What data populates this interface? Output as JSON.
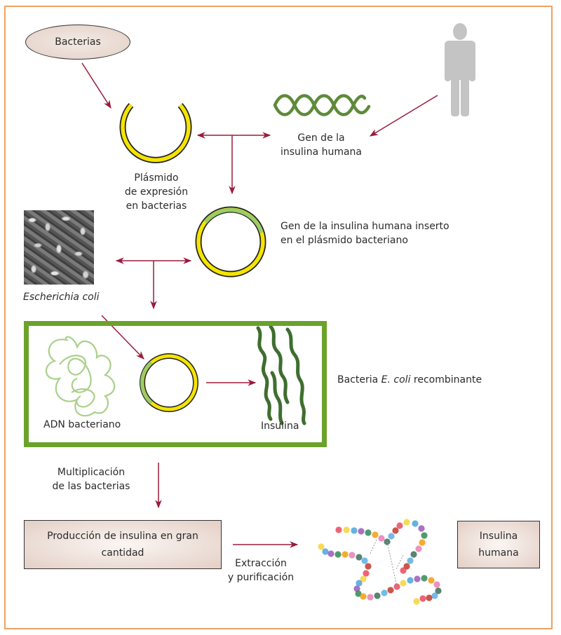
{
  "diagram": {
    "title": "Producción de insulina humana mediante bacterias recombinantes",
    "nodes": {
      "bacterias": "Bacterias",
      "plasmid_label": [
        "Plásmido",
        "de expresión",
        "en bacterias"
      ],
      "gene_label": [
        "Gen de la",
        "insulina humana"
      ],
      "inserted_label": [
        "Gen de la insulina humana inserto",
        "en el plásmido bacteriano"
      ],
      "ecoli_label": "Escherichia coli",
      "recombinant_label_prefix": "Bacteria ",
      "recombinant_label_italic": "E. coli",
      "recombinant_label_suffix": " recombinante",
      "adn_label": "ADN bacteriano",
      "insulina_label": "Insulina",
      "multiplication_label": [
        "Multiplicación",
        "de las bacterias"
      ],
      "production_box": [
        "Producción de insulina en gran",
        "cantidad"
      ],
      "extraction_label": [
        "Extracción",
        "y purificación"
      ],
      "final_box": [
        "Insulina",
        "humana"
      ]
    },
    "icons": [
      "bacteria-ellipse",
      "plasmid-open-icon",
      "dna-helix-icon",
      "human-figure-icon",
      "recombinant-plasmid-icon",
      "ecoli-micrograph",
      "bacterial-dna-icon",
      "insulin-chains-icon",
      "insulin-molecule-icon"
    ],
    "colors": {
      "frame": "#f0a060",
      "arrow": "#9a1b3c",
      "plasmid_yellow": "#f5e400",
      "insert_green": "#9ccc65",
      "recombinant_box": "#6aa22a",
      "dna_green": "#5e8a3a",
      "person_gray": "#c4c4c4",
      "box_fill": "#e3cfc6"
    }
  }
}
